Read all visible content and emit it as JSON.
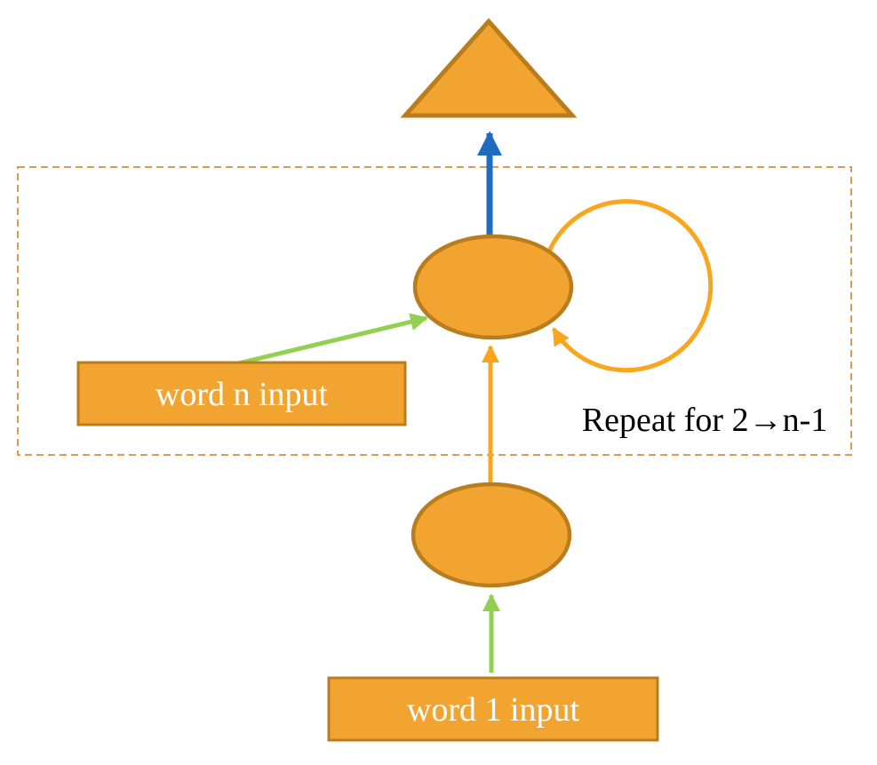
{
  "diagram": {
    "labels": {
      "word_n_input": "word n input",
      "word_1_input": "word 1 input",
      "repeat_note": "Repeat for 2→n-1"
    },
    "colors": {
      "shape_fill": "#F2A431",
      "shape_stroke": "#BA7D1E",
      "loop_stroke": "#FAA51E",
      "orange_arrow": "#FAA51E",
      "green_arrow": "#92D050",
      "blue_arrow": "#1F6BBF",
      "dashed_border": "#D49E5A",
      "box_label_text": "#FFFFFF",
      "note_text": "#000000",
      "background": "#FFFFFF"
    }
  }
}
